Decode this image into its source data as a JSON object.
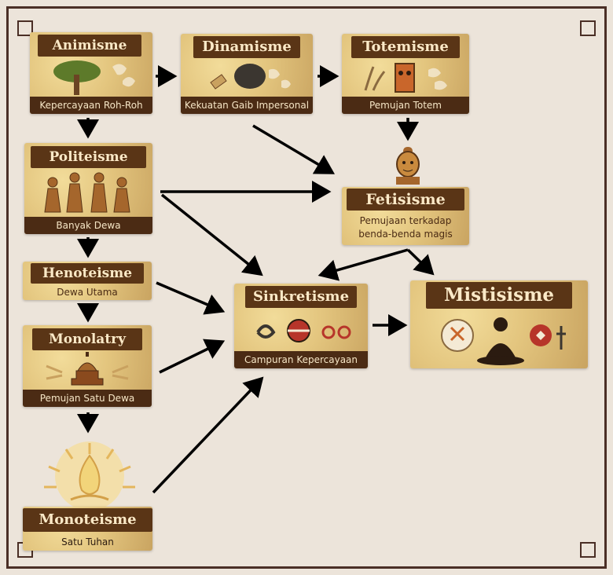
{
  "nodes": {
    "animisme": {
      "title": "Animisme",
      "subtitle": "Kepercayaan Roh-Roh"
    },
    "dinamisme": {
      "title": "Dinamisme",
      "subtitle": "Kekuatan Gaib Impersonal"
    },
    "totemisme": {
      "title": "Totemisme",
      "subtitle": "Pemujan Totem"
    },
    "politeisme": {
      "title": "Politeisme",
      "subtitle": "Banyak Dewa"
    },
    "fetisisme": {
      "title": "Fetisisme",
      "subtitle_line1": "Pemujaan terkadap",
      "subtitle_line2": "benda-benda magis"
    },
    "henoteisme": {
      "title": "Henoteisme",
      "subtitle": "Dewa Utama"
    },
    "sinkretisme": {
      "title": "Sinkretisme",
      "subtitle": "Campuran Kepercayaan"
    },
    "mistisisme": {
      "title": "Mistisisme"
    },
    "monolatry": {
      "title": "Monolatry",
      "subtitle": "Pemujan Satu Dewa"
    },
    "monoteisme": {
      "title": "Monoteisme",
      "subtitle": "Satu Tuhan"
    }
  },
  "colors": {
    "frame": "#4a2e25",
    "banner": "#5a3516",
    "parchment": "#e3c57e",
    "background": "#ece4da",
    "arrow": "#000000"
  }
}
